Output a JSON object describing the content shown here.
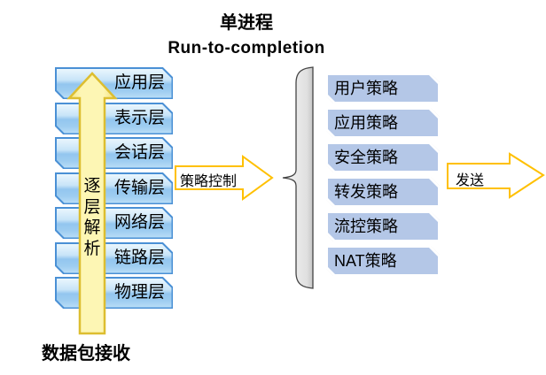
{
  "title": {
    "line1": "单进程",
    "line2": "Run-to-completion"
  },
  "left_stack": {
    "layers": [
      "应用层",
      "表示层",
      "会话层",
      "传输层",
      "网络层",
      "链路层",
      "物理层"
    ]
  },
  "up_arrow": {
    "vertical_label": "逐层解析",
    "caption": "数据包接收"
  },
  "policy_arrow": {
    "label": "策略控制"
  },
  "send_arrow": {
    "label": "发送"
  },
  "right_stack": {
    "policies": [
      "用户策略",
      "应用策略",
      "安全策略",
      "转发策略",
      "流控策略",
      "NAT策略"
    ]
  },
  "colors": {
    "osi_box_border": "#4a90d5",
    "osi_box_fill_top": "#eaf6fd",
    "osi_box_fill_bottom": "#9ecdf1",
    "policy_box_fill": "#b4c7e7",
    "policy_box_border": "#ffffff",
    "up_arrow_fill": "#fbf2a6",
    "up_arrow_border": "#ddbe30",
    "flow_arrow_border": "#ffc000",
    "flow_arrow_fill": "#ffffff",
    "brace_fill": "#e3e3e3",
    "brace_stroke": "#454545",
    "text": "#000000"
  }
}
